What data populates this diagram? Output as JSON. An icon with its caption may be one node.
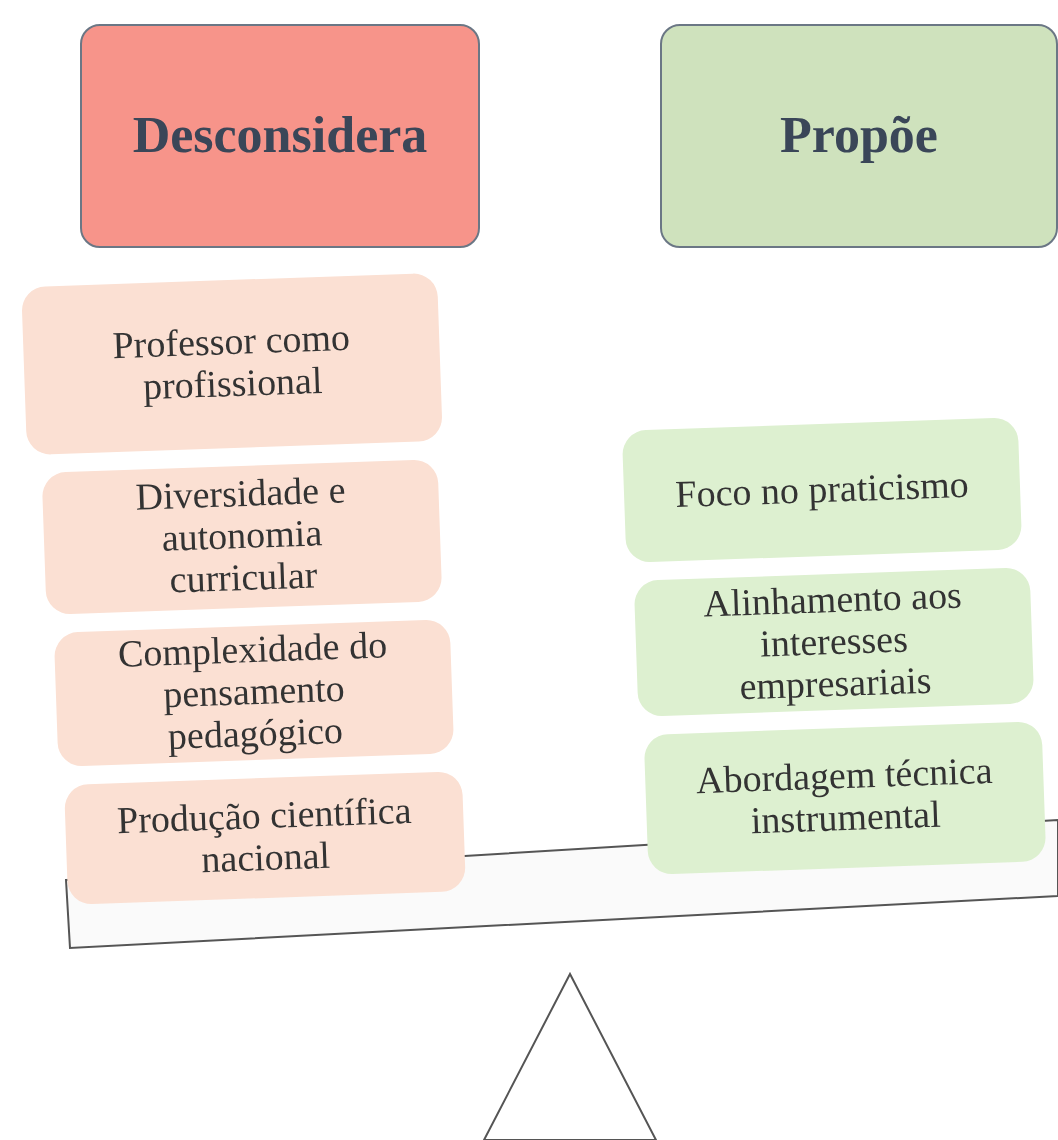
{
  "diagram": {
    "nodes": [
      {
        "text": [
          "Desconsidera"
        ]
      },
      {
        "text": [
          "Propõe"
        ]
      },
      {
        "text": [
          "Professor como profissional"
        ]
      },
      {
        "text": [
          "Diversidade e autonomia curricular"
        ]
      },
      {
        "text": [
          "Complexidade do pensamento pedagógico"
        ]
      },
      {
        "text": [
          "Produção científica nacional"
        ]
      },
      {
        "text": [
          "Foco no praticismo"
        ]
      },
      {
        "text": [
          "Alinhamento aos interesses empresariais"
        ]
      },
      {
        "text": [
          "Abordagem técnica instrumental"
        ]
      }
    ]
  }
}
